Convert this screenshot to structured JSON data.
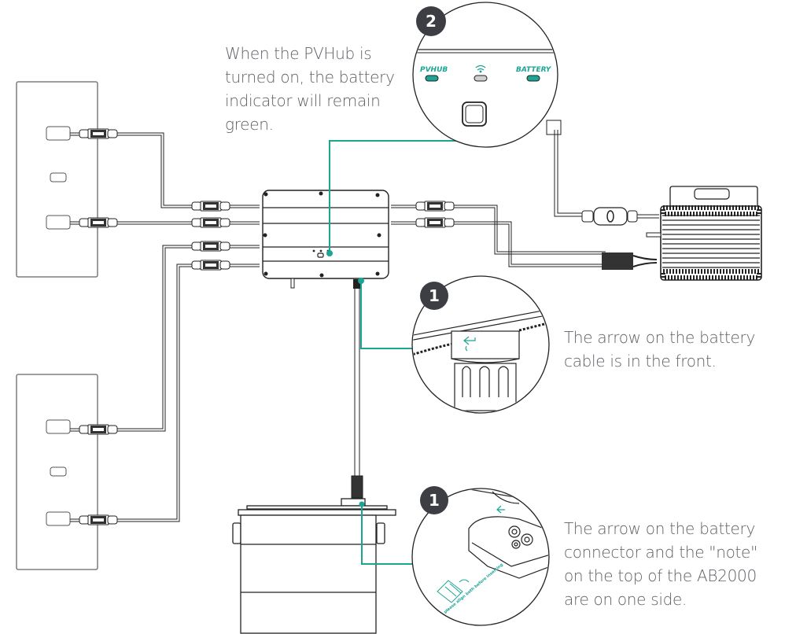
{
  "colors": {
    "accent": "#1aa595",
    "line": "#222222",
    "panel_outline": "#555555",
    "badge_bg": "#3d3e44",
    "text": "#5f5f66",
    "led_off": "#d0d0d0"
  },
  "callouts": [
    {
      "badge": "2",
      "lines": [
        "When the PVHub is",
        "turned on, the battery",
        "indicator will remain",
        "green."
      ],
      "leds": [
        {
          "label": "PVHUB",
          "state": "green"
        },
        {
          "label": "wifi-icon",
          "state": "off"
        },
        {
          "label": "BATTERY",
          "state": "green"
        }
      ]
    },
    {
      "badge": "1",
      "lines": [
        "The arrow on the battery",
        "cable is in the front."
      ]
    },
    {
      "badge": "1",
      "lines": [
        "The arrow on the battery",
        "connector and the \"note\"",
        "on the top of the AB2000",
        "are on one side."
      ],
      "printed_note": "please align both before inserting"
    }
  ],
  "components": {
    "solar_panels": 2,
    "pvhub": "PVHub",
    "microinverter": "microinverter",
    "battery": "AB2000"
  }
}
